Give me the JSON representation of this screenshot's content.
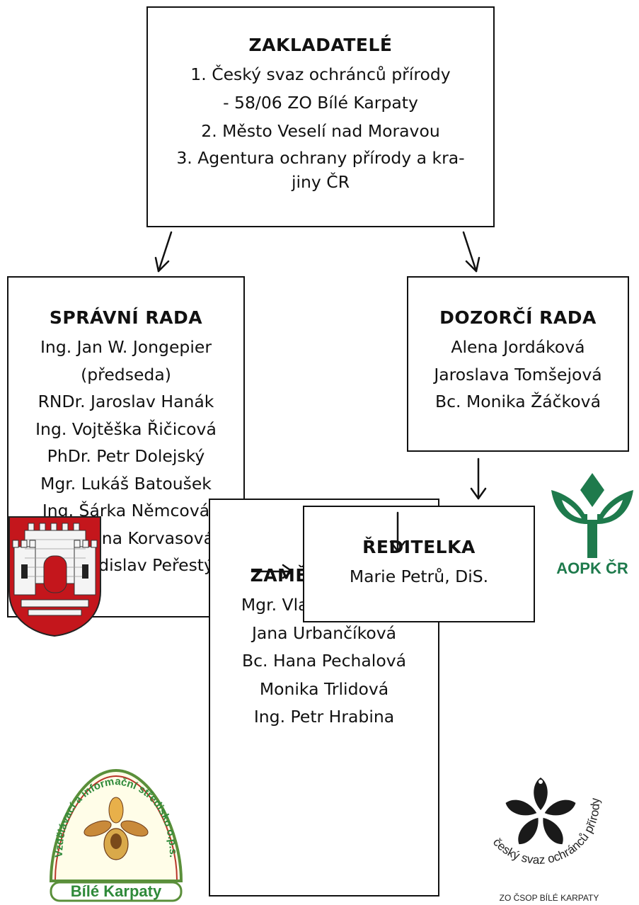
{
  "founders": {
    "title": "ZAKLADATELÉ",
    "lines": [
      "1. Český svaz ochránců  přírody",
      "- 58/06 ZO Bílé Karpaty",
      "2. Město Veselí nad Moravou",
      "3. Agentura ochrany přírody a kra-",
      "jiny ČR"
    ]
  },
  "board": {
    "title": "SPRÁVNÍ RADA",
    "members": [
      "Ing. Jan W. Jongepier",
      "(předseda)",
      "RNDr. Jaroslav Hanák",
      "Ing. Vojtěška Řičicová",
      "PhDr. Petr Dolejský",
      "Mgr. Lukáš Batoušek",
      "Ing. Šárka Němcová",
      "Mgr. Hana Korvasová",
      "Mgr. Ladislav Peřestý"
    ]
  },
  "supervisory": {
    "title": "DOZORČÍ RADA",
    "members": [
      "Alena Jordáková",
      "Jaroslava Tomšejová",
      "Bc. Monika Žáčková"
    ]
  },
  "director": {
    "title": "ŘEDITELKA",
    "name": "Marie Petrů, DiS."
  },
  "staff": {
    "title": "ZAMĚSTNANCI",
    "members": [
      "Mgr. Vladimír Šácha",
      "Jana Urbančíková",
      "Bc. Hana Pechalová",
      "Monika Trlidová",
      "Ing. Petr Hrabina"
    ]
  },
  "logos": {
    "aopk": {
      "label": "AOPK ČR",
      "color": "#1e7a4c"
    },
    "csop": {
      "arc_text": "český svaz ochránců přírody",
      "caption": "ZO ČSOP  BÍLÉ KARPATY"
    },
    "vis": {
      "arc_text": "Vzdělávací a informační středisko o.p.s.",
      "banner": "Bílé Karpaty",
      "color": "#2f8a3a"
    },
    "veseli": {
      "color": "#c4161c"
    }
  }
}
